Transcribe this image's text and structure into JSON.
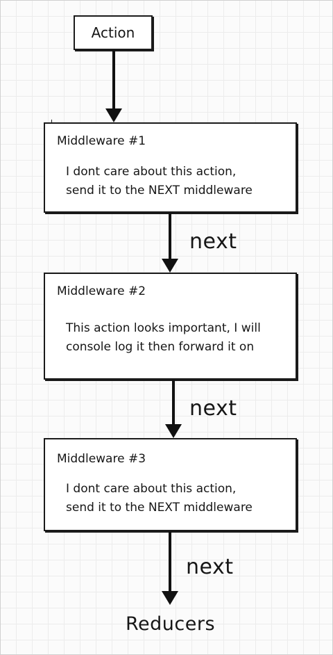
{
  "action": {
    "label": "Action"
  },
  "middlewares": [
    {
      "title": "Middleware #1",
      "lines": [
        "I dont care about this action,",
        "send it to the NEXT middleware"
      ]
    },
    {
      "title": "Middleware #2",
      "lines": [
        "This action looks important, I will",
        "console log it then forward it on"
      ]
    },
    {
      "title": "Middleware #3",
      "lines": [
        "I dont care about this action,",
        "send it to the NEXT middleware"
      ]
    }
  ],
  "next_labels": [
    "next",
    "next",
    "next"
  ],
  "reducers": {
    "label": "Reducers"
  }
}
